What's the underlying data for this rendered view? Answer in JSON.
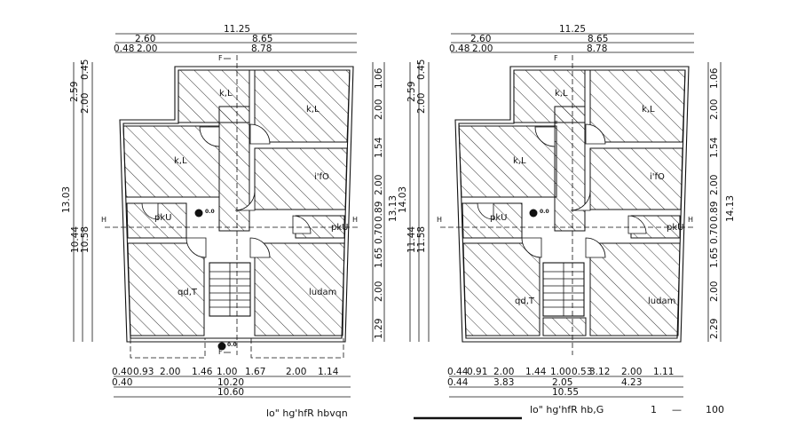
{
  "plans": [
    {
      "id": "left",
      "top_dims": [
        "11.25",
        "2.60",
        "8.65",
        "0.48",
        "2.00",
        "8.78"
      ],
      "left_dims": [
        "2.59",
        "2.00",
        "0.45",
        "13.03",
        "10.44",
        "10.58"
      ],
      "right_dims": [
        "1.06",
        "2.00",
        "1.54",
        "2.00",
        "0.89",
        "0.70",
        "1.65",
        "2.00",
        "1.29",
        "13.13"
      ],
      "bottom_row1": [
        "0.40",
        "0.93",
        "2.00",
        "1.46",
        "1.00",
        "1.67",
        "2.00",
        "1.14"
      ],
      "bottom_row2": [
        "0.40",
        "10.20"
      ],
      "bottom_row3": [
        "10.60"
      ],
      "rooms": [
        "k,L",
        "k,L",
        "k,L",
        "i'fO",
        "pkU",
        "pkU",
        "qd,T",
        "ludam"
      ],
      "markers": [
        "0.0",
        "0.0"
      ],
      "section_labels": [
        "F",
        "F",
        "H",
        "H"
      ],
      "caption": "lo\" hg'hfR hbvqn"
    },
    {
      "id": "right",
      "top_dims": [
        "11.25",
        "2.60",
        "8.65",
        "0.48",
        "2.00",
        "8.78"
      ],
      "left_dims": [
        "2.59",
        "2.00",
        "0.45",
        "14.03",
        "11.44",
        "11.58"
      ],
      "right_dims": [
        "1.06",
        "2.00",
        "1.54",
        "2.00",
        "0.89",
        "0.70",
        "1.65",
        "2.00",
        "2.29",
        "14.13"
      ],
      "bottom_row1": [
        "0.44",
        "0.91",
        "2.00",
        "1.44",
        "1.00",
        "0.53",
        "3.12",
        "2.00",
        "1.11"
      ],
      "bottom_row2": [
        "0.44",
        "3.83",
        "2.05",
        "4.23"
      ],
      "bottom_row3": [
        "10.55"
      ],
      "rooms": [
        "k,L",
        "k,L",
        "k,L",
        "i'fO",
        "pkU",
        "pkU",
        "qd,T",
        "ludam"
      ],
      "markers": [
        "0.0"
      ],
      "section_labels": [
        "F",
        "F",
        "H",
        "H"
      ],
      "caption": "lo\" hg'hfR hb,G",
      "scale": [
        "1",
        "—",
        "100"
      ]
    }
  ]
}
